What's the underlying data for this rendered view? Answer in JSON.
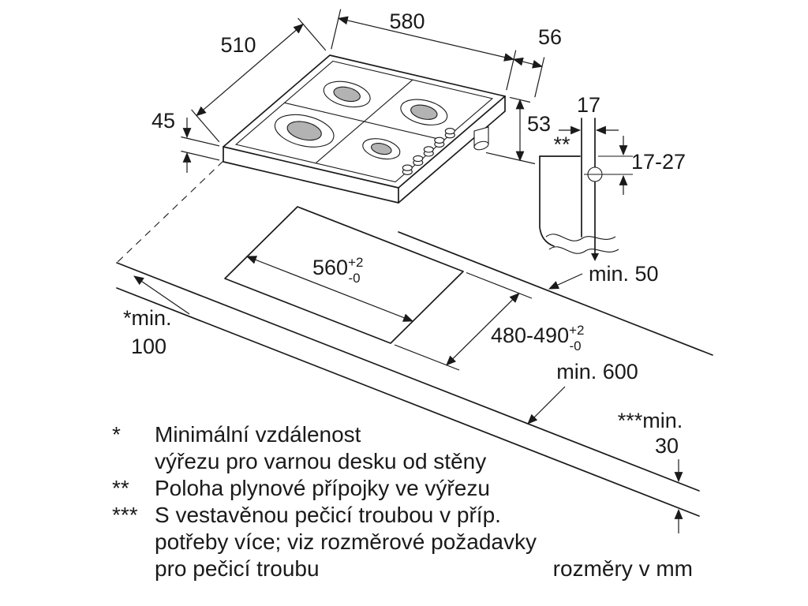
{
  "colors": {
    "ink": "#1a1a1a",
    "burner-fill": "#b3b3b3",
    "bg": "#ffffff"
  },
  "hob": {
    "dim_510": "510",
    "dim_580": "580",
    "dim_56": "56",
    "dim_45": "45",
    "dim_53": "53"
  },
  "gas_detail": {
    "dim_17": "17",
    "marker_note": "**",
    "dim_17_27": "17-27",
    "min_50": "min. 50"
  },
  "worktop": {
    "cutout_width": "560",
    "cutout_width_tol_plus": "+2",
    "cutout_width_tol_minus": "-0",
    "cutout_depth": "480-490",
    "cutout_depth_tol_plus": "+2",
    "cutout_depth_tol_minus": "-0",
    "min_100_line1": "*min.",
    "min_100_line2": "100",
    "min_600": "min. 600",
    "min_30_line1": "***min.",
    "min_30_line2": "30"
  },
  "footnotes": {
    "star1_marker": "*",
    "star1_line1": "Minimální vzdálenost",
    "star1_line2": "výřezu pro varnou desku od stěny",
    "star2_marker": "**",
    "star2_line1": "Poloha plynové přípojky ve výřezu",
    "star3_marker": "***",
    "star3_line1": "S vestavěnou pečicí troubou v příp.",
    "star3_line2": "potřeby více; viz rozměrové požadavky",
    "star3_line3": "pro pečicí troubu",
    "units": "rozměry v mm"
  }
}
